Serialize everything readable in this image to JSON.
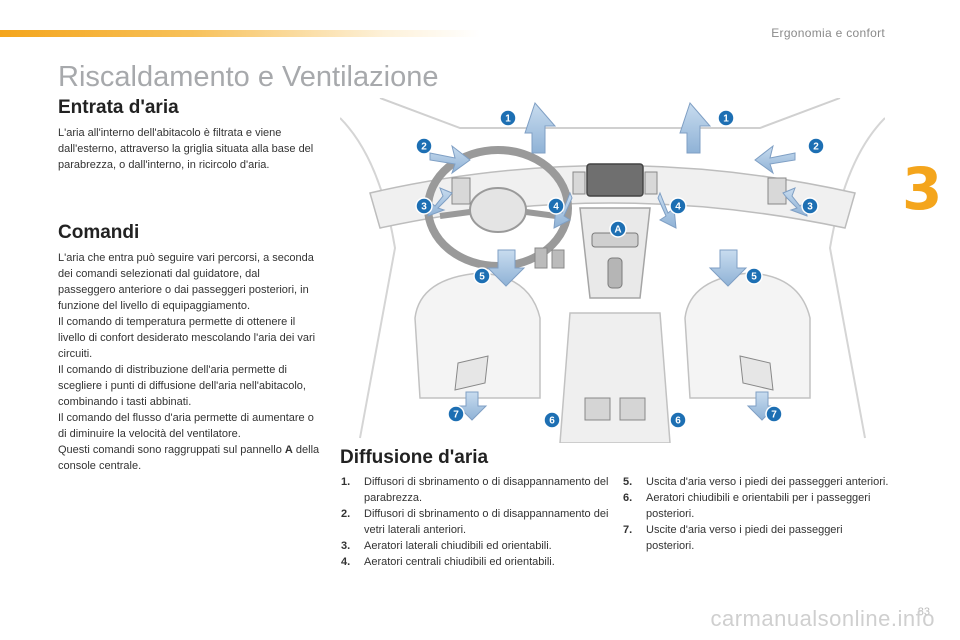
{
  "section_header": "Ergonomia e confort",
  "chapter_number": "3",
  "title": "Riscaldamento e Ventilazione",
  "entrata": {
    "heading": "Entrata d'aria",
    "text": "L'aria all'interno dell'abitacolo è filtrata e viene dall'esterno, attraverso la griglia situata alla base del parabrezza, o dall'interno, in ricircolo d'aria."
  },
  "comandi": {
    "heading": "Comandi",
    "p1": "L'aria che entra può seguire vari percorsi, a seconda dei comandi selezionati dal guidatore, dal passeggero anteriore o dai passeggeri posteriori, in funzione del livello di equipaggiamento.",
    "p2": "Il comando di temperatura permette di ottenere il livello di confort desiderato mescolando l'aria dei vari circuiti.",
    "p3": "Il comando di distribuzione dell'aria permette di scegliere i punti di diffusione dell'aria nell'abitacolo, combinando i tasti abbinati.",
    "p4": "Il comando del flusso d'aria permette di aumentare o di diminuire la velocità del ventilatore.",
    "p5_pre": "Questi comandi sono raggruppati sul pannello",
    "p5_bold": "A",
    "p5_post": "della console centrale."
  },
  "diffusione": {
    "heading": "Diffusione d'aria",
    "items": [
      {
        "num": "1.",
        "text": "Diffusori di sbrinamento o di disappannamento del parabrezza."
      },
      {
        "num": "2.",
        "text": "Diffusori di sbrinamento o di disappannamento dei vetri laterali anteriori."
      },
      {
        "num": "3.",
        "text": "Aeratori laterali chiudibili ed orientabili."
      },
      {
        "num": "4.",
        "text": "Aeratori centrali chiudibili ed orientabili."
      },
      {
        "num": "5.",
        "text": "Uscita d'aria verso i piedi dei passeggeri anteriori."
      },
      {
        "num": "6.",
        "text": "Aeratori chiudibili e orientabili per i passeggeri posteriori."
      },
      {
        "num": "7.",
        "text": "Uscite d'aria verso i piedi dei passeggeri posteriori."
      }
    ]
  },
  "illustration": {
    "badges": [
      "1",
      "1",
      "2",
      "2",
      "3",
      "3",
      "4",
      "4",
      "5",
      "5",
      "6",
      "6",
      "7",
      "7",
      "A"
    ]
  },
  "page_number": "83",
  "watermark": "carmanualsonline.info",
  "colors": {
    "accent": "#f4a51c",
    "badge": "#1d6fb3",
    "arrow": "#a9c6e2"
  }
}
